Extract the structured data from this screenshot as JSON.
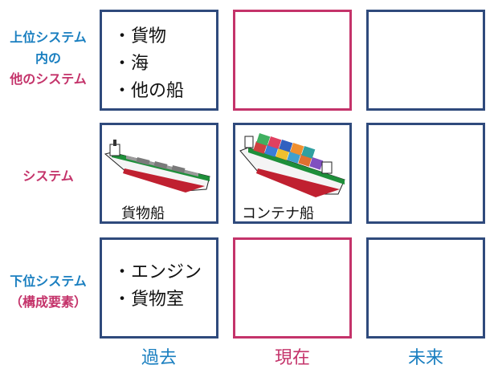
{
  "rows": {
    "super": {
      "lines": [
        "上位システム",
        "内の",
        "他のシステム"
      ]
    },
    "system": {
      "label": "システム"
    },
    "sub": {
      "lines": [
        "下位システム",
        "（構成要素）"
      ]
    }
  },
  "cells": {
    "super_past": {
      "items": [
        "貨物",
        "海",
        "他の船"
      ]
    },
    "system_past": {
      "caption": "貨物船",
      "icon": "cargo-ship-icon"
    },
    "system_present": {
      "caption": "コンテナ船",
      "icon": "container-ship-icon"
    },
    "sub_past": {
      "items": [
        "エンジン",
        "貨物室"
      ]
    }
  },
  "columns": {
    "past": "過去",
    "present": "現在",
    "future": "未来"
  },
  "colors": {
    "frame": "#2f4a7c",
    "highlight": "#c4336a",
    "blue_label": "#1a7fc0"
  }
}
